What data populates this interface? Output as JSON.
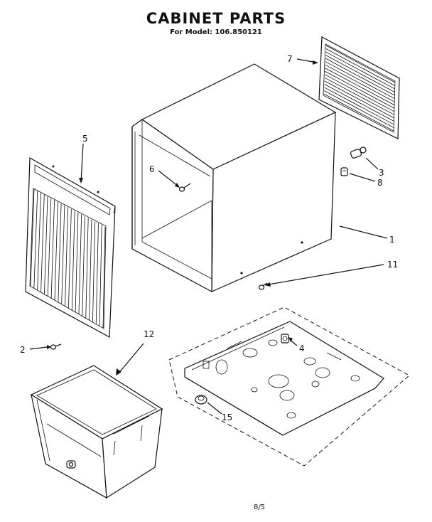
{
  "title": "CABINET PARTS",
  "subtitle": "For Model: 106.850121",
  "page_ref": "8/5",
  "callouts": {
    "c1": "1",
    "c2": "2",
    "c3": "3",
    "c4": "4",
    "c5": "5",
    "c6": "6",
    "c7": "7",
    "c8": "8",
    "c11": "11",
    "c12": "12",
    "c15": "15"
  }
}
